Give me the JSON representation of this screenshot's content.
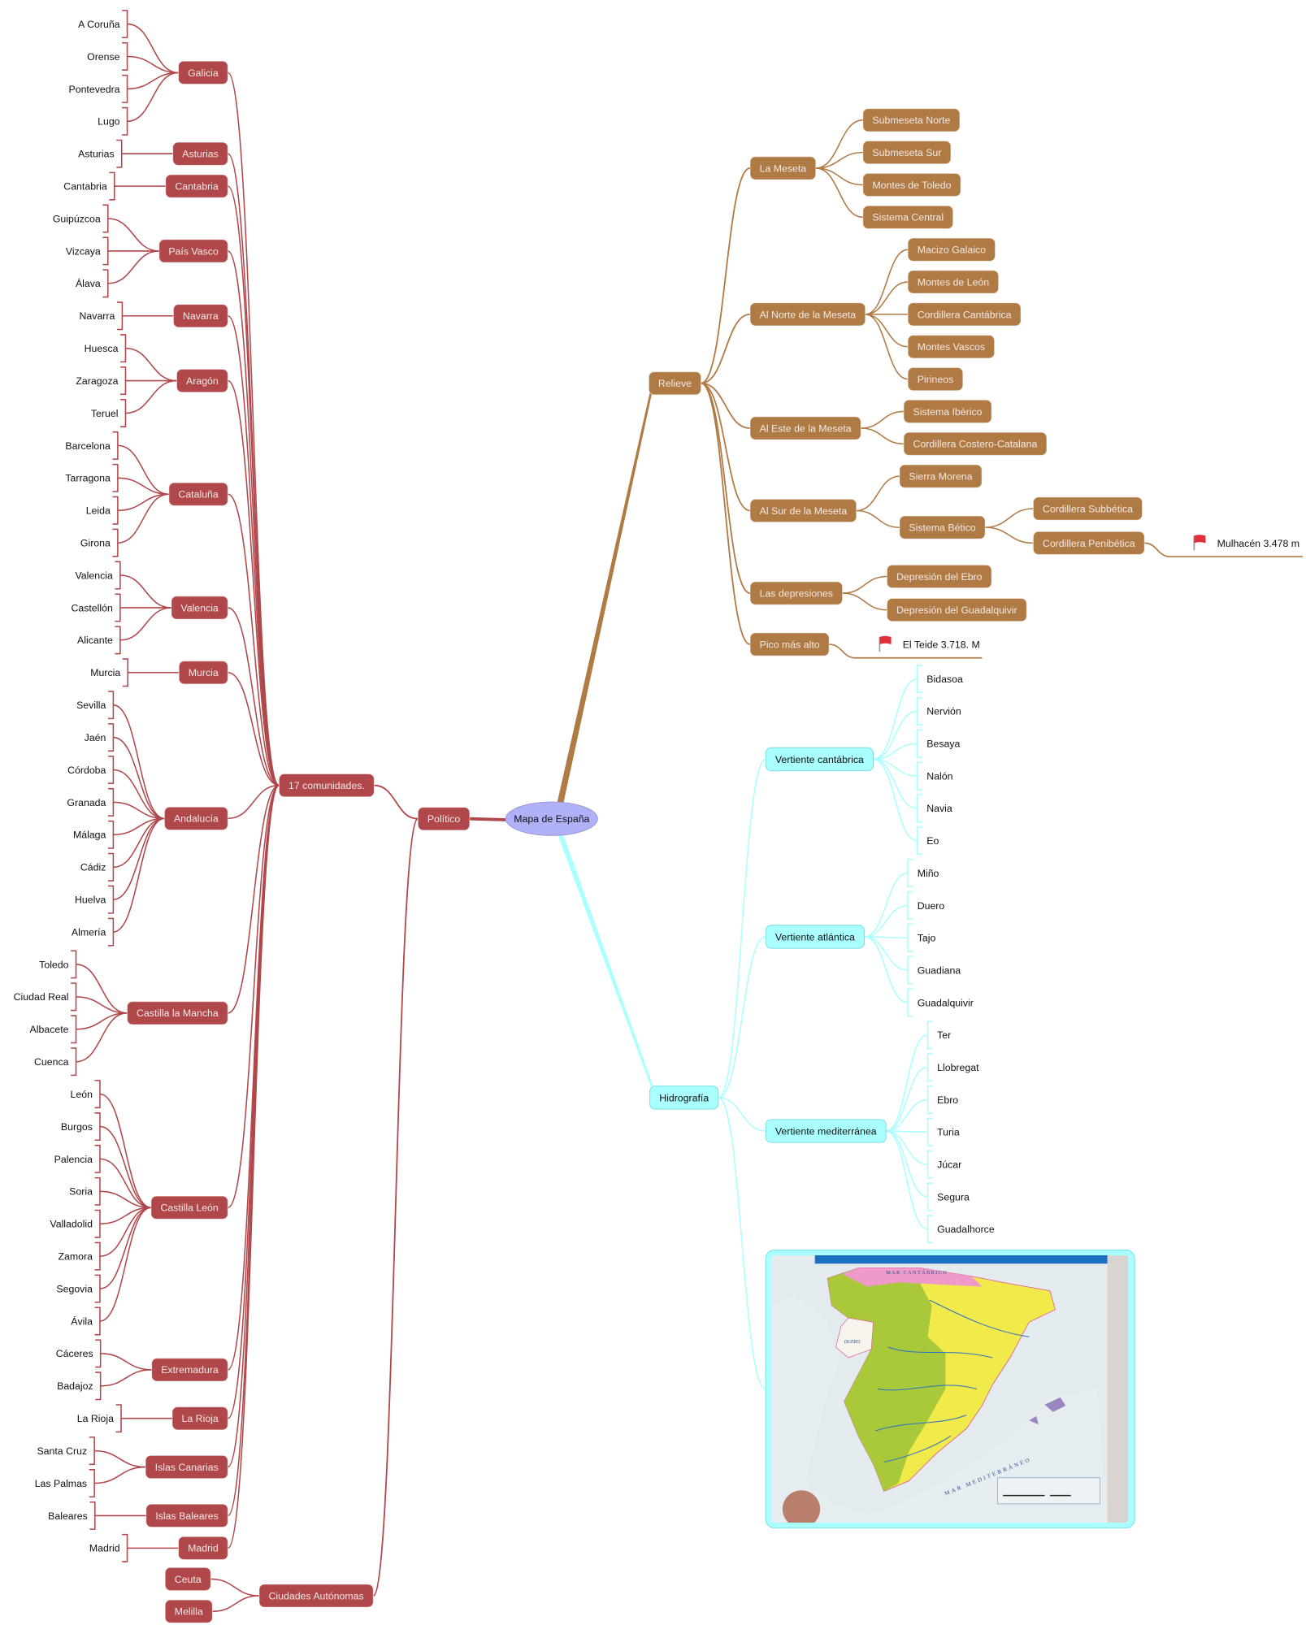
{
  "title": "Mapa de España",
  "colors": {
    "politico": "#b0474a",
    "relieve": "#b07a45",
    "hidrografia": "#aaffff",
    "center": "#b1b1f8"
  },
  "politico": {
    "label": "Político",
    "comunidades": {
      "label": "17 comunidades.",
      "items": [
        {
          "label": "Galicia",
          "provinces": [
            "A Coruña",
            "Orense",
            "Pontevedra",
            "Lugo"
          ]
        },
        {
          "label": "Asturias",
          "provinces": [
            "Asturias"
          ]
        },
        {
          "label": "Cantabria",
          "provinces": [
            "Cantabria"
          ]
        },
        {
          "label": "País Vasco",
          "provinces": [
            "Guipúzcoa",
            "Vizcaya",
            "Álava"
          ]
        },
        {
          "label": "Navarra",
          "provinces": [
            "Navarra"
          ]
        },
        {
          "label": "Aragón",
          "provinces": [
            "Huesca",
            "Zaragoza",
            "Teruel"
          ]
        },
        {
          "label": "Cataluña",
          "provinces": [
            "Barcelona",
            "Tarragona",
            "Leida",
            "Girona"
          ]
        },
        {
          "label": "Valencia",
          "provinces": [
            "Valencia",
            "Castellón",
            "Alicante"
          ]
        },
        {
          "label": "Murcia",
          "provinces": [
            "Murcia"
          ]
        },
        {
          "label": "Andalucía",
          "provinces": [
            "Sevilla",
            "Jaén",
            "Córdoba",
            "Granada",
            "Málaga",
            "Cádiz",
            "Huelva",
            "Almería"
          ]
        },
        {
          "label": "Castilla la Mancha",
          "provinces": [
            "Toledo",
            "Ciudad Real",
            "Albacete",
            "Cuenca"
          ]
        },
        {
          "label": "Castilla León",
          "provinces": [
            "León",
            "Burgos",
            "Palencia",
            "Soria",
            "Valladolid",
            "Zamora",
            "Segovia",
            "Ávila"
          ]
        },
        {
          "label": "Extremadura",
          "provinces": [
            "Cáceres",
            "Badajoz"
          ]
        },
        {
          "label": "La Rioja",
          "provinces": [
            "La Rioja"
          ]
        },
        {
          "label": "Islas Canarias",
          "provinces": [
            "Santa Cruz",
            "Las Palmas"
          ]
        },
        {
          "label": "Islas Baleares",
          "provinces": [
            "Baleares"
          ]
        },
        {
          "label": "Madrid",
          "provinces": [
            "Madrid"
          ]
        }
      ]
    },
    "ciudades": {
      "label": "Ciudades Autónomas",
      "items": [
        "Ceuta",
        "Melilla"
      ]
    }
  },
  "relieve": {
    "label": "Relieve",
    "groups": [
      {
        "label": "La Meseta",
        "children": [
          {
            "label": "Submeseta Norte"
          },
          {
            "label": "Submeseta Sur"
          },
          {
            "label": "Montes de Toledo"
          },
          {
            "label": "Sistema Central"
          }
        ]
      },
      {
        "label": "Al Norte de la Meseta",
        "children": [
          {
            "label": "Macizo Galaico"
          },
          {
            "label": "Montes de León"
          },
          {
            "label": "Cordillera Cantábrica"
          },
          {
            "label": "Montes Vascos"
          },
          {
            "label": "Pirineos"
          }
        ]
      },
      {
        "label": "Al Este de la Meseta",
        "children": [
          {
            "label": "Sistema Ibérico"
          },
          {
            "label": "Cordillera Costero-Catalana"
          }
        ]
      },
      {
        "label": "Al Sur de la Meseta",
        "children": [
          {
            "label": "Sierra Morena"
          },
          {
            "label": "Sistema Bético",
            "children": [
              {
                "label": "Cordillera Subbética"
              },
              {
                "label": "Cordillera Penibética",
                "note": "Mulhacén 3.478 m"
              }
            ]
          }
        ]
      },
      {
        "label": "Las depresiones",
        "children": [
          {
            "label": "Depresión del Ebro"
          },
          {
            "label": "Depresión del Guadalquivir"
          }
        ]
      },
      {
        "label": "Pico más alto",
        "note": "El Teide 3.718. M"
      }
    ]
  },
  "hidrografia": {
    "label": "Hidrografía",
    "vertientes": [
      {
        "label": "Vertiente cantábrica",
        "rivers": [
          "Bidasoa",
          "Nervión",
          "Besaya",
          "Nalón",
          "Navia",
          "Eo"
        ]
      },
      {
        "label": "Vertiente atlántica",
        "rivers": [
          "Miño",
          "Duero",
          "Tajo",
          "Guadiana",
          "Guadalquivir"
        ]
      },
      {
        "label": "Vertiente mediterránea",
        "rivers": [
          "Ter",
          "Llobregat",
          "Ebro",
          "Turia",
          "Júcar",
          "Segura",
          "Guadalhorce"
        ]
      }
    ],
    "map_labels": [
      "MAR CANTÁBRICO",
      "MAR MEDITERRÁNEO",
      "DUERO"
    ]
  }
}
